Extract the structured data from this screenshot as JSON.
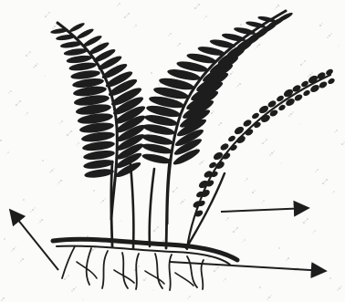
{
  "figure": {
    "type": "fern-plant-diagram",
    "colors": {
      "ink": "#1d1d1d",
      "background": "#fbfbfa",
      "speckle": "#d9d9d6"
    },
    "parts": [
      {
        "id": "frond-left",
        "kind": "frond"
      },
      {
        "id": "frond-right",
        "kind": "frond"
      },
      {
        "id": "young-frond",
        "kind": "frond"
      },
      {
        "id": "stalks",
        "kind": "stem"
      },
      {
        "id": "rhizome",
        "kind": "underground-stem"
      },
      {
        "id": "roots",
        "kind": "roots"
      }
    ],
    "pointers": [
      {
        "id": "pointer-young-frond",
        "target": "young-frond",
        "direction": "right"
      },
      {
        "id": "pointer-rhizome",
        "target": "rhizome",
        "direction": "right"
      },
      {
        "id": "pointer-roots",
        "target": "roots",
        "direction": "up-left"
      }
    ]
  }
}
